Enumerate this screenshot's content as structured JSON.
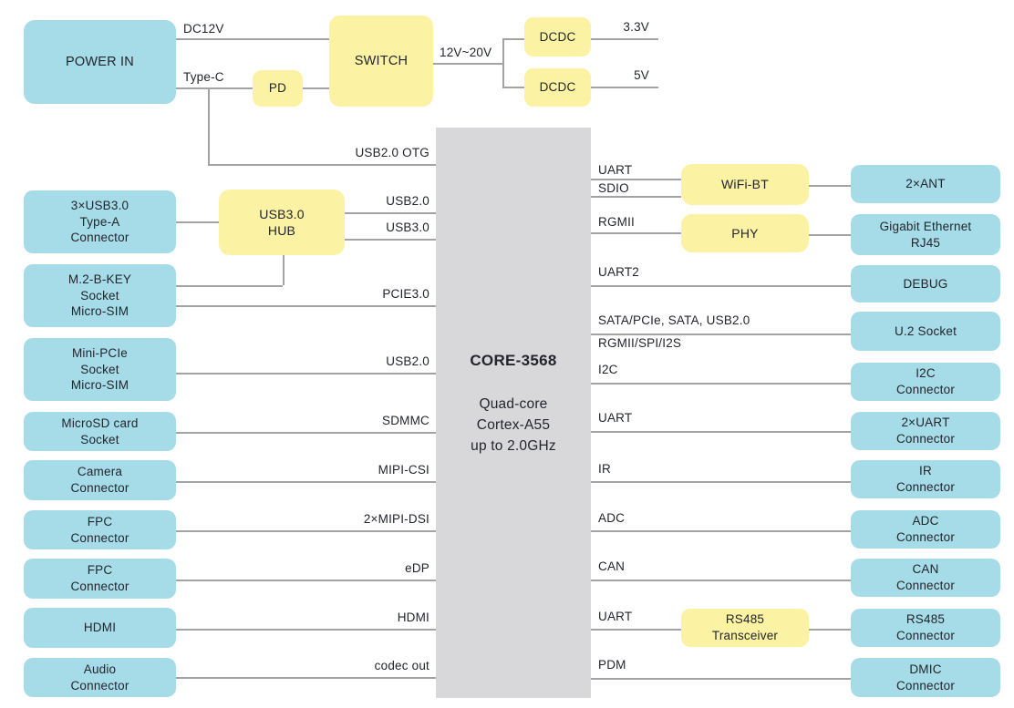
{
  "colors": {
    "blue": "#a6dce8",
    "yellow": "#fbf2a3",
    "gray": "#d8d8da",
    "line": "#a3a3a3",
    "text": "#23252d",
    "bg": "#ffffff"
  },
  "boxes": {
    "power_in": "POWER IN",
    "pd": "PD",
    "switch": "SWITCH",
    "dcdc_top": "DCDC",
    "dcdc_bottom": "DCDC",
    "usb3_hub": "USB3.0\nHUB",
    "core_title": "CORE-3568",
    "core_subtitle": "Quad-core\nCortex-A55\nup to 2.0GHz",
    "usb3_typea": "3×USB3.0\nType-A\nConnector",
    "m2_b_key": "M.2-B-KEY\nSocket\nMicro-SIM",
    "mini_pcie": "Mini-PCIe\nSocket\nMicro-SIM",
    "microsd": "MicroSD card\nSocket",
    "camera": "Camera\nConnector",
    "fpc_1": "FPC\nConnector",
    "fpc_2": "FPC\nConnector",
    "hdmi": "HDMI",
    "audio": "Audio\nConnector",
    "wifi_bt": "WiFi-BT",
    "phy": "PHY",
    "rs485_transceiver": "RS485\nTransceiver",
    "ant": "2×ANT",
    "gigabit_ethernet": "Gigabit Ethernet\nRJ45",
    "debug": "DEBUG",
    "u2_socket": "U.2 Socket",
    "i2c_connector": "I2C\nConnector",
    "uart_connector": "2×UART\nConnector",
    "ir_connector": "IR\nConnector",
    "adc_connector": "ADC\nConnector",
    "can_connector": "CAN\nConnector",
    "rs485_connector": "RS485\nConnector",
    "dmic_connector": "DMIC\nConnector"
  },
  "buses": {
    "dc12v": "DC12V",
    "type_c": "Type-C",
    "v12_20": "12V~20V",
    "v3_3": "3.3V",
    "v5": "5V",
    "usb2_otg": "USB2.0 OTG",
    "usb2_hub": "USB2.0",
    "usb3_hub": "USB3.0",
    "pcie3": "PCIE3.0",
    "usb2_minipcie": "USB2.0",
    "sdmmc": "SDMMC",
    "mipi_csi": "MIPI-CSI",
    "mipi_dsi": "2×MIPI-DSI",
    "edp": "eDP",
    "hdmi": "HDMI",
    "codec_out": "codec out",
    "uart_wifi": "UART",
    "sdio": "SDIO",
    "rgmii": "RGMII",
    "uart2": "UART2",
    "sata_pcie": "SATA/PCIe, SATA, USB2.0",
    "rgmii_spi_i2s": "RGMII/SPI/I2S",
    "i2c": "I2C",
    "uart_2x": "UART",
    "ir": "IR",
    "adc": "ADC",
    "can": "CAN",
    "uart_rs485": "UART",
    "pdm": "PDM"
  }
}
